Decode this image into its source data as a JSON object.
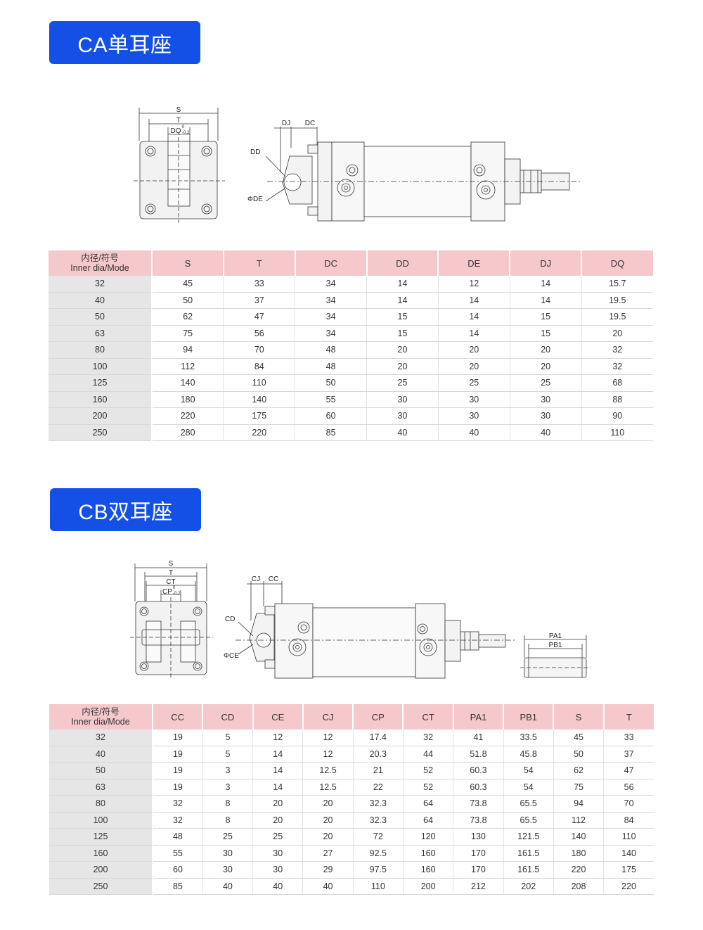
{
  "section_ca": {
    "title": "CA单耳座",
    "drawing_labels": {
      "s": "S",
      "t": "T",
      "dq": "DQ",
      "dq_tol_upper": "0",
      "dq_tol_lower": "-0.2",
      "dj": "DJ",
      "dc": "DC",
      "dd": "DD",
      "de": "ΦDE"
    },
    "table": {
      "header_first_line1": "内径/符号",
      "header_first_line2": "Inner dia/Mode",
      "columns": [
        "S",
        "T",
        "DC",
        "DD",
        "DE",
        "DJ",
        "DQ"
      ],
      "rows": [
        [
          "32",
          "45",
          "33",
          "34",
          "14",
          "12",
          "14",
          "15.7"
        ],
        [
          "40",
          "50",
          "37",
          "34",
          "14",
          "14",
          "14",
          "19.5"
        ],
        [
          "50",
          "62",
          "47",
          "34",
          "15",
          "14",
          "15",
          "19.5"
        ],
        [
          "63",
          "75",
          "56",
          "34",
          "15",
          "14",
          "15",
          "20"
        ],
        [
          "80",
          "94",
          "70",
          "48",
          "20",
          "20",
          "20",
          "32"
        ],
        [
          "100",
          "112",
          "84",
          "48",
          "20",
          "20",
          "20",
          "32"
        ],
        [
          "125",
          "140",
          "110",
          "50",
          "25",
          "25",
          "25",
          "68"
        ],
        [
          "160",
          "180",
          "140",
          "55",
          "30",
          "30",
          "30",
          "88"
        ],
        [
          "200",
          "220",
          "175",
          "60",
          "30",
          "30",
          "30",
          "90"
        ],
        [
          "250",
          "280",
          "220",
          "85",
          "40",
          "40",
          "40",
          "110"
        ]
      ]
    }
  },
  "section_cb": {
    "title": "CB双耳座",
    "drawing_labels": {
      "s": "S",
      "t": "T",
      "ct": "CT",
      "cp": "CP",
      "cp_tol_upper": "0",
      "cp_tol_lower": "-0.2",
      "cj": "CJ",
      "cc": "CC",
      "cd": "CD",
      "ce": "ΦCE",
      "pa1": "PA1",
      "pb1": "PB1"
    },
    "table": {
      "header_first_line1": "内径/符号",
      "header_first_line2": "Inner dia/Mode",
      "columns": [
        "CC",
        "CD",
        "CE",
        "CJ",
        "CP",
        "CT",
        "PA1",
        "PB1",
        "S",
        "T"
      ],
      "rows": [
        [
          "32",
          "19",
          "5",
          "12",
          "12",
          "17.4",
          "32",
          "41",
          "33.5",
          "45",
          "33"
        ],
        [
          "40",
          "19",
          "5",
          "14",
          "12",
          "20.3",
          "44",
          "51.8",
          "45.8",
          "50",
          "37"
        ],
        [
          "50",
          "19",
          "3",
          "14",
          "12.5",
          "21",
          "52",
          "60.3",
          "54",
          "62",
          "47"
        ],
        [
          "63",
          "19",
          "3",
          "14",
          "12.5",
          "22",
          "52",
          "60.3",
          "54",
          "75",
          "56"
        ],
        [
          "80",
          "32",
          "8",
          "20",
          "20",
          "32.3",
          "64",
          "73.8",
          "65.5",
          "94",
          "70"
        ],
        [
          "100",
          "32",
          "8",
          "20",
          "20",
          "32.3",
          "64",
          "73.8",
          "65.5",
          "112",
          "84"
        ],
        [
          "125",
          "48",
          "25",
          "25",
          "20",
          "72",
          "120",
          "130",
          "121.5",
          "140",
          "110"
        ],
        [
          "160",
          "55",
          "30",
          "30",
          "27",
          "92.5",
          "160",
          "170",
          "161.5",
          "180",
          "140"
        ],
        [
          "200",
          "60",
          "30",
          "30",
          "29",
          "97.5",
          "160",
          "170",
          "161.5",
          "220",
          "175"
        ],
        [
          "250",
          "85",
          "40",
          "40",
          "40",
          "110",
          "200",
          "212",
          "202",
          "208",
          "220"
        ]
      ]
    }
  }
}
